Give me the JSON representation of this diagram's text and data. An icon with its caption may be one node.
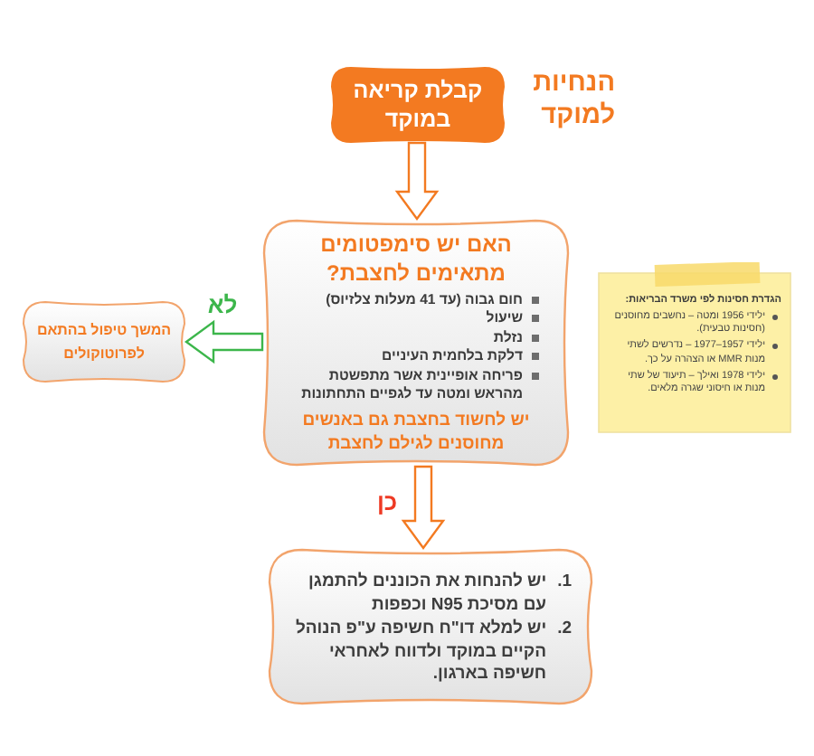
{
  "diagram": {
    "title": "הנחיות למוקד",
    "nodes": [
      {
        "text": [
          "קבלת קריאה במוקד"
        ]
      },
      {
        "text": [
          "האם יש סימפטומים מתאימים לחצבת?",
          "חום גבוה (עד 41 מעלות צלזיוס)",
          "שיעול",
          "נזלת",
          "דלקת בלחמית העיניים",
          "פריחה אופיינית אשר מתפשטת מהראש ומטה עד לגפיים התחתונות",
          "יש לחשוד בחצבת גם באנשים מחוסנים לגילם לחצבת"
        ]
      },
      {
        "text": [
          "הגדרת חסינות לפי משרד הבריאות:",
          "ילידי 1956 ומטה – נחשבים מחוסנים (חסינות טבעית).",
          "ילידי 1957–1977 – נדרשים לשתי מנות MMR או הצהרה על כך.",
          "ילידי 1978 ואילך – תיעוד של שתי מנות או חיסוני שגרה מלאים."
        ]
      },
      {
        "text": [
          "המשך טיפול בהתאם לפרוטוקולים"
        ]
      },
      {
        "text": [
          "1.",
          "יש להנחות את הכוננים להתמגן עם מסיכת N95 וכפפות",
          "2.",
          "יש למלא דו\"ח חשיפה ע\"פ הנוהל הקיים במוקד ולדווח לאחראי חשיפה בארגון."
        ]
      }
    ],
    "edges": [
      {
        "from": 0,
        "to": 1,
        "arrow": "to"
      },
      {
        "from": 1,
        "to": 3,
        "arrow": "to",
        "label": "לא",
        "color": "#3cb64b"
      },
      {
        "from": 1,
        "to": 4,
        "arrow": "to",
        "label": "כן"
      }
    ]
  }
}
